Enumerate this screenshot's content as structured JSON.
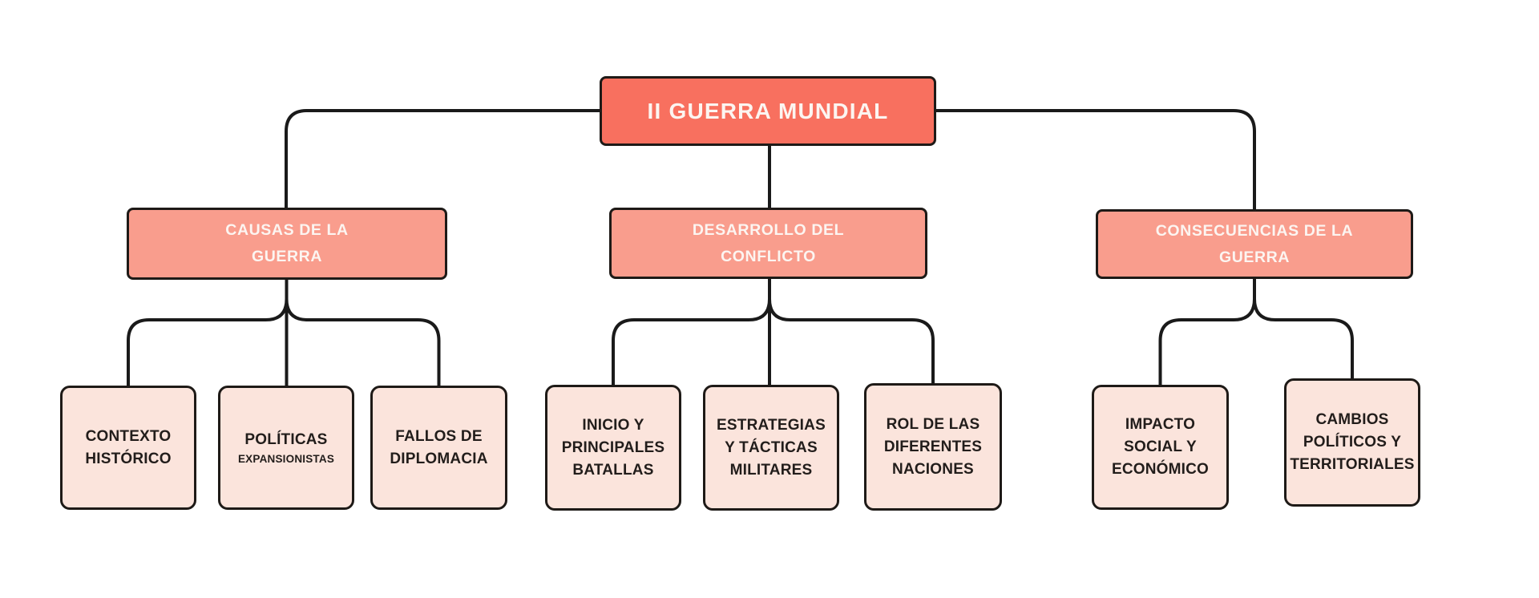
{
  "diagram": {
    "type": "concept-map",
    "language": "es",
    "colors": {
      "background": "#ffffff",
      "root_fill": "#f8705f",
      "level2_fill": "#f99d8d",
      "leaf_fill": "#fbe4dc",
      "node_border": "#1e1a17",
      "connector_line": "#1a1a1a",
      "root_text": "#fcf5f1",
      "level2_text": "#fcf5f1",
      "leaf_text": "#221d1b"
    }
  },
  "nodes": {
    "root": {
      "label": "II GUERRA MUNDIAL"
    },
    "level2": [
      {
        "lines": [
          "CAUSAS DE LA",
          "GUERRA"
        ]
      },
      {
        "lines": [
          "DESARROLLO DEL",
          "CONFLICTO"
        ]
      },
      {
        "lines": [
          "CONSECUENCIAS DE LA",
          "GUERRA"
        ]
      }
    ],
    "leaves": [
      {
        "lines": [
          "CONTEXTO",
          "HISTÓRICO"
        ]
      },
      {
        "lines": [
          "POLÍTICAS",
          "EXPANSIONISTAS"
        ]
      },
      {
        "lines": [
          "FALLOS DE",
          "DIPLOMACIA"
        ]
      },
      {
        "lines": [
          "INICIO Y",
          "PRINCIPALES",
          "BATALLAS"
        ]
      },
      {
        "lines": [
          "ESTRATEGIAS",
          "Y TÁCTICAS",
          "MILITARES"
        ]
      },
      {
        "lines": [
          "ROL DE LAS",
          "DIFERENTES",
          "NACIONES"
        ]
      },
      {
        "lines": [
          "IMPACTO",
          "SOCIAL Y",
          "ECONÓMICO"
        ]
      },
      {
        "lines": [
          "CAMBIOS",
          "POLÍTICOS Y",
          "TERRITORIALES"
        ]
      }
    ]
  },
  "edges": [
    {
      "from": "II GUERRA MUNDIAL",
      "to": "CAUSAS DE LA GUERRA"
    },
    {
      "from": "II GUERRA MUNDIAL",
      "to": "DESARROLLO DEL CONFLICTO"
    },
    {
      "from": "II GUERRA MUNDIAL",
      "to": "CONSECUENCIAS DE LA GUERRA"
    },
    {
      "from": "CAUSAS DE LA GUERRA",
      "to": "CONTEXTO HISTÓRICO"
    },
    {
      "from": "CAUSAS DE LA GUERRA",
      "to": "POLÍTICAS EXPANSIONISTAS"
    },
    {
      "from": "CAUSAS DE LA GUERRA",
      "to": "FALLOS DE DIPLOMACIA"
    },
    {
      "from": "DESARROLLO DEL CONFLICTO",
      "to": "INICIO Y PRINCIPALES BATALLAS"
    },
    {
      "from": "DESARROLLO DEL CONFLICTO",
      "to": "ESTRATEGIAS Y TÁCTICAS MILITARES"
    },
    {
      "from": "DESARROLLO DEL CONFLICTO",
      "to": "ROL DE LAS DIFERENTES NACIONES"
    },
    {
      "from": "CONSECUENCIAS DE LA GUERRA",
      "to": "IMPACTO SOCIAL Y ECONÓMICO"
    },
    {
      "from": "CONSECUENCIAS DE LA GUERRA",
      "to": "CAMBIOS POLÍTICOS Y TERRITORIALES"
    }
  ]
}
